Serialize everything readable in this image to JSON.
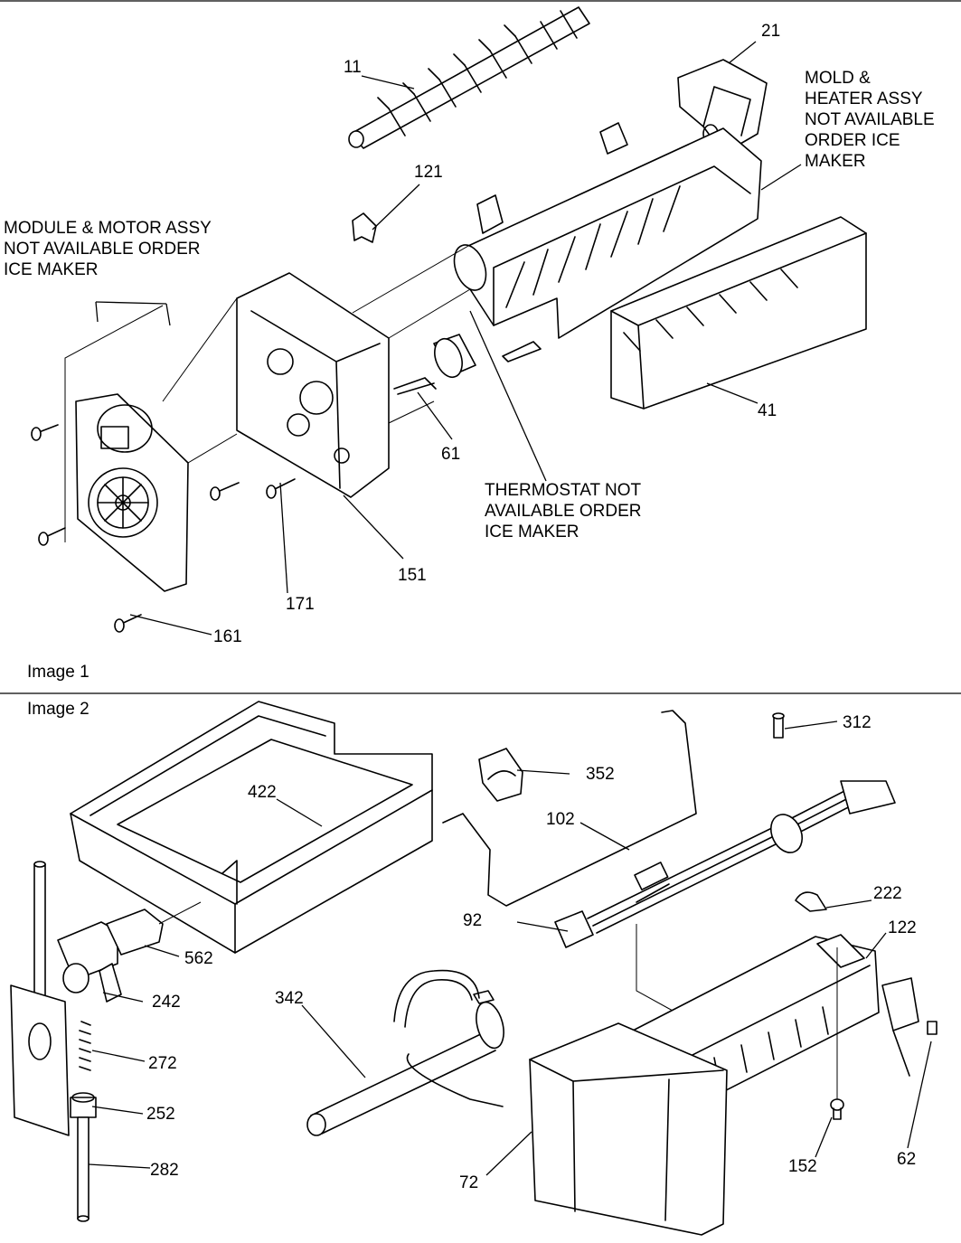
{
  "image1": {
    "caption": "Image 1",
    "labels": {
      "p11": "11",
      "p21": "21",
      "p121": "121",
      "p41": "41",
      "p61": "61",
      "p151": "151",
      "p171": "171",
      "p161": "161"
    },
    "notes": {
      "module_motor": [
        "MODULE & MOTOR ASSY",
        "NOT AVAILABLE ORDER",
        "ICE MAKER"
      ],
      "mold_heater": [
        "MOLD &",
        "HEATER ASSY",
        "NOT AVAILABLE",
        "ORDER ICE",
        "MAKER"
      ],
      "thermostat": [
        "THERMOSTAT NOT",
        "AVAILABLE ORDER",
        "ICE MAKER"
      ]
    }
  },
  "image2": {
    "caption": "Image 2",
    "labels": {
      "p312": "312",
      "p352": "352",
      "p102": "102",
      "p422": "422",
      "p222": "222",
      "p122": "122",
      "p92": "92",
      "p562": "562",
      "p242": "242",
      "p272": "272",
      "p252": "252",
      "p282": "282",
      "p342": "342",
      "p72": "72",
      "p152": "152",
      "p62": "62"
    }
  }
}
